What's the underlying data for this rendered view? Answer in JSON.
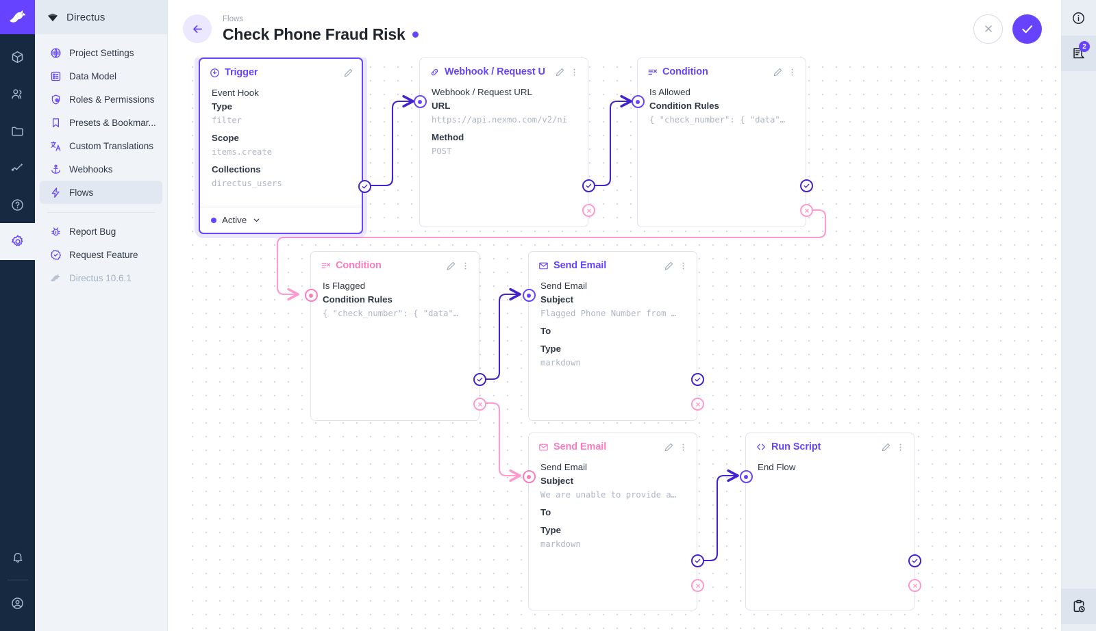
{
  "rail": {
    "logo_icon": "directus-rabbit-logo",
    "items": [
      {
        "icon": "box-icon",
        "name": "content",
        "active": false
      },
      {
        "icon": "users-icon",
        "name": "user-directory",
        "active": false
      },
      {
        "icon": "folder-icon",
        "name": "file-library",
        "active": false
      },
      {
        "icon": "insights-icon",
        "name": "insights",
        "active": false
      },
      {
        "icon": "help-circle-icon",
        "name": "help",
        "active": false
      },
      {
        "icon": "gear-icon",
        "name": "settings",
        "active": true
      }
    ],
    "bottom": [
      {
        "icon": "bell-icon",
        "name": "notifications"
      },
      {
        "icon": "user-circle-icon",
        "name": "account"
      }
    ]
  },
  "sidebar": {
    "header": {
      "label": "Directus",
      "icon": "directus-diamond-icon"
    },
    "items": [
      {
        "label": "Project Settings",
        "icon": "globe-icon",
        "selected": false
      },
      {
        "label": "Data Model",
        "icon": "list-box-icon",
        "selected": false
      },
      {
        "label": "Roles & Permissions",
        "icon": "shield-icon",
        "selected": false
      },
      {
        "label": "Presets & Bookmar...",
        "icon": "bookmark-icon",
        "selected": false
      },
      {
        "label": "Custom Translations",
        "icon": "translate-icon",
        "selected": false
      },
      {
        "label": "Webhooks",
        "icon": "anchor-icon",
        "selected": false
      },
      {
        "label": "Flows",
        "icon": "bolt-icon",
        "selected": true
      }
    ],
    "footer_items": [
      {
        "label": "Report Bug",
        "icon": "bug-icon",
        "muted": false
      },
      {
        "label": "Request Feature",
        "icon": "badge-check-icon",
        "muted": false
      },
      {
        "label": "Directus 10.6.1",
        "icon": "rabbit-icon",
        "muted": true
      }
    ]
  },
  "header": {
    "breadcrumb": "Flows",
    "title": "Check Phone Fraud Risk",
    "status_dot_color": "#6644ff",
    "back_icon": "arrow-left-icon",
    "cancel_label": "",
    "save_label": "",
    "cancel_icon": "close-icon",
    "save_icon": "check-icon"
  },
  "rightbar": {
    "items": [
      {
        "icon": "info-circle-icon",
        "name": "info-sidebar",
        "badge": null,
        "selected": false
      },
      {
        "icon": "logs-icon",
        "name": "flow-logs",
        "badge": "2",
        "selected": true
      }
    ],
    "bottom": [
      {
        "icon": "clipboard-clock-icon",
        "name": "activity-history",
        "selected": true
      }
    ]
  },
  "flow": {
    "nodes": [
      {
        "id": "trigger",
        "type": "trigger",
        "title": "Trigger",
        "icon": "trigger-bolt-circle-icon",
        "accent": "#6644ff",
        "operation_name": "Event Hook",
        "fields": [
          {
            "label": "Type",
            "value": "filter"
          },
          {
            "label": "Scope",
            "value": "items.create"
          },
          {
            "label": "Collections",
            "value": "directus_users"
          }
        ],
        "footer": {
          "status": "Active",
          "chevron": "chevron-down-icon"
        }
      },
      {
        "id": "webhook",
        "type": "operation",
        "title": "Webhook / Request U",
        "icon": "link-icon",
        "accent": "#6644ff",
        "operation_name": "Webhook / Request URL",
        "fields": [
          {
            "label": "URL",
            "value": "https://api.nexmo.com/v2/ni"
          },
          {
            "label": "Method",
            "value": "POST"
          }
        ]
      },
      {
        "id": "cond-allowed",
        "type": "operation",
        "title": "Condition",
        "icon": "condition-icon",
        "accent": "#6644ff",
        "operation_name": "Is Allowed",
        "fields": [
          {
            "label": "Condition Rules",
            "value": "{ \"check_number\": { \"data\"…"
          }
        ]
      },
      {
        "id": "cond-flagged",
        "type": "operation",
        "title": "Condition",
        "icon": "condition-icon",
        "accent": "#ff7bc1",
        "operation_name": "Is Flagged",
        "fields": [
          {
            "label": "Condition Rules",
            "value": "{ \"check_number\": { \"data\"…"
          }
        ]
      },
      {
        "id": "email-flagged",
        "type": "operation",
        "title": "Send Email",
        "icon": "mail-icon",
        "accent": "#6644ff",
        "operation_name": "Send Email",
        "fields": [
          {
            "label": "Subject",
            "value": "Flagged Phone Number from …"
          },
          {
            "label": "To",
            "value": ""
          },
          {
            "label": "Type",
            "value": "markdown"
          }
        ]
      },
      {
        "id": "email-unable",
        "type": "operation",
        "title": "Send Email",
        "icon": "mail-icon",
        "accent": "#ff7bc1",
        "operation_name": "Send Email",
        "fields": [
          {
            "label": "Subject",
            "value": "We are unable to provide a…"
          },
          {
            "label": "To",
            "value": ""
          },
          {
            "label": "Type",
            "value": "markdown"
          }
        ]
      },
      {
        "id": "run-script",
        "type": "operation",
        "title": "Run Script",
        "icon": "code-brackets-icon",
        "accent": "#6644ff",
        "operation_name": "End Flow",
        "fields": []
      }
    ],
    "colors": {
      "resolve": "#4422cc",
      "reject": "#ff9ad1",
      "node_border": "#dfe4ec",
      "grid_dot": "#d3d9e3"
    }
  }
}
